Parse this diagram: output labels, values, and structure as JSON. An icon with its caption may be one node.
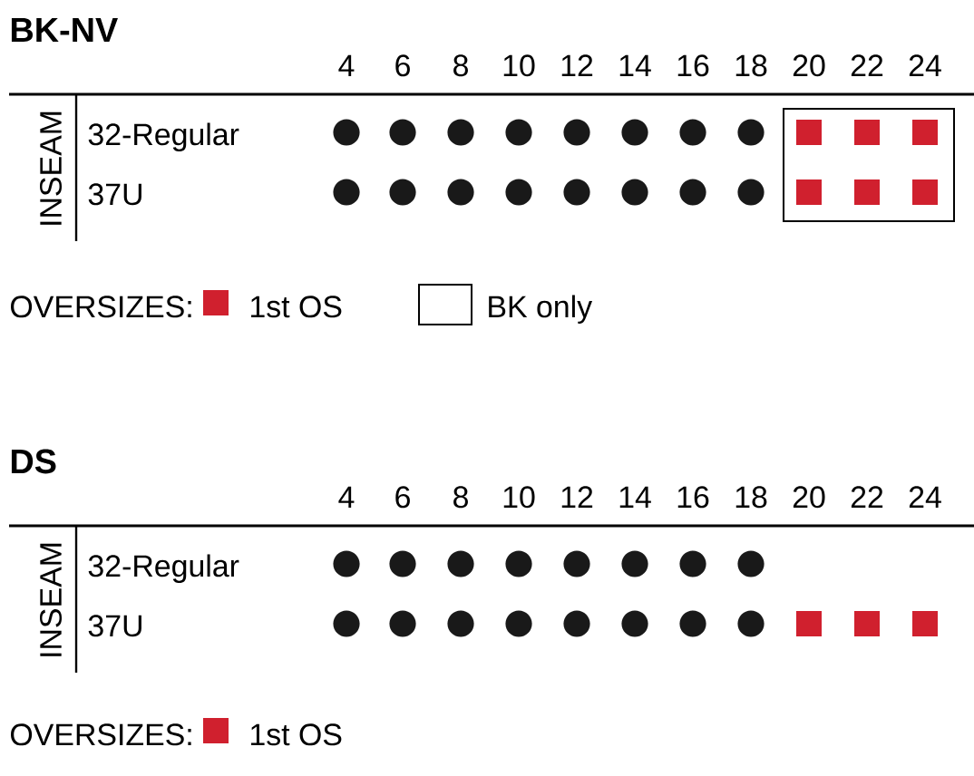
{
  "diagram": {
    "labels": [
      "BK-NV",
      "4",
      "6",
      "8",
      "10",
      "12",
      "14",
      "16",
      "18",
      "20",
      "22",
      "24",
      "INSEAM",
      "32-Regular",
      "37U",
      "OVERSIZES:",
      "DS",
      "4",
      "6",
      "8",
      "10",
      "12",
      "14",
      "16",
      "18",
      "20",
      "22",
      "24",
      "INSEAM",
      "32-Regular",
      "37U",
      "OVERSIZES:"
    ],
    "legend": [
      {
        "text": "1st OS",
        "color": "#d0202e"
      },
      {
        "text": "BK only"
      },
      {
        "text": "1st OS",
        "color": "#d0202e"
      }
    ]
  }
}
